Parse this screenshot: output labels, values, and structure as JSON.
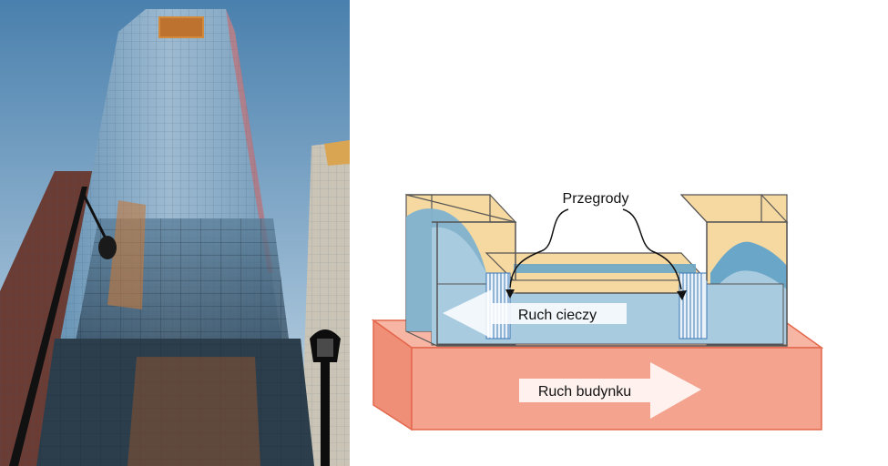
{
  "diagram": {
    "baffles_label": "Przegrody",
    "fluid_motion_label": "Ruch cieczy",
    "building_motion_label": "Ruch budynku"
  },
  "colors": {
    "sky_top": "#4f86b3",
    "sky_bottom": "#c3d8e8",
    "tank_tan": "#f6d9a0",
    "water_light": "#a9cbe0",
    "water_dark": "#5b9fc4",
    "building_block": "#f3a18c",
    "arrow_white": "#ffffff"
  },
  "icons": [
    "skyscraper-photo",
    "street-lamp-icon",
    "arrow-left-icon",
    "arrow-right-icon"
  ]
}
